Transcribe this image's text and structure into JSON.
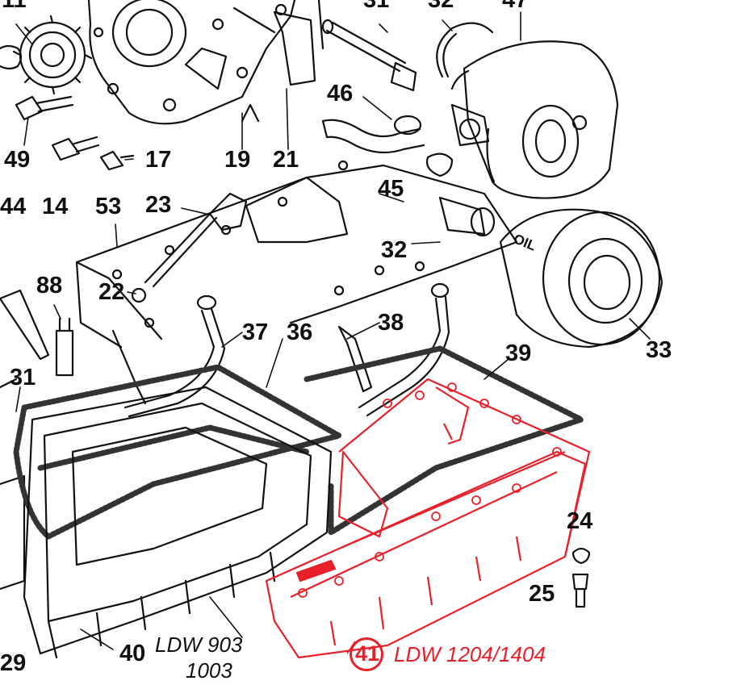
{
  "labels": {
    "l11": "11",
    "l31top": "31",
    "l32top": "32",
    "l47": "47",
    "l49": "49",
    "l17": "17",
    "l19": "19",
    "l21": "21",
    "l46": "46",
    "l44": "44",
    "l14": "14",
    "l53": "53",
    "l23": "23",
    "l45": "45",
    "l32": "32",
    "l22": "22",
    "l88": "88",
    "l37": "37",
    "l36": "36",
    "l38": "38",
    "l33": "33",
    "l31": "31",
    "l39": "39",
    "l24": "24",
    "l25": "25",
    "l40": "40",
    "l29": "29",
    "l41": "41",
    "oil": "OIL"
  },
  "captions": {
    "ldw903": "LDW 903",
    "ldw1003": "1003",
    "ldw1204": "LDW 1204/1404"
  },
  "colors": {
    "line": "#111111",
    "highlight": "#e8202a",
    "gasket": "#333333"
  }
}
